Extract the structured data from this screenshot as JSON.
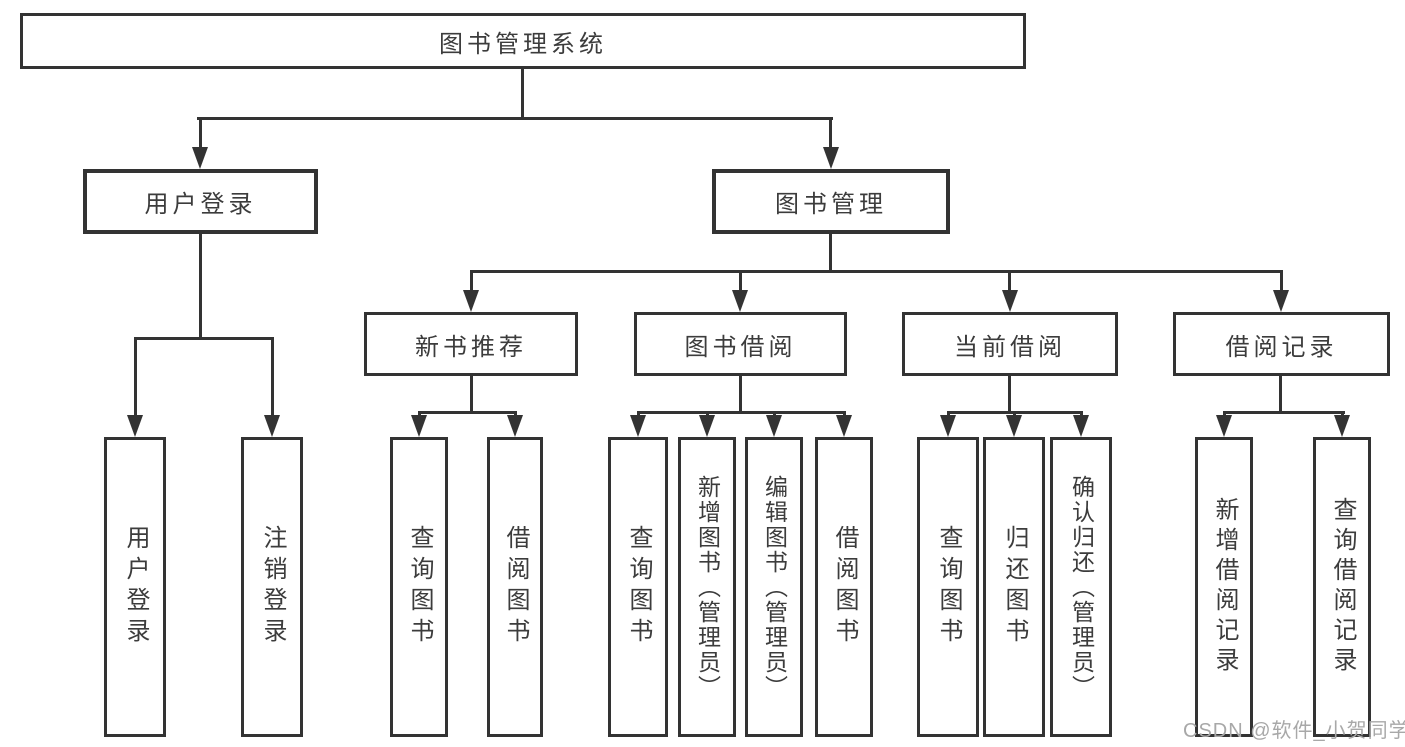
{
  "diagram": {
    "root": {
      "label": "图书管理系统"
    },
    "level2": {
      "user_login": "用户登录",
      "book_mgmt": "图书管理"
    },
    "level3": {
      "new_books": "新书推荐",
      "borrow": "图书借阅",
      "current": "当前借阅",
      "records": "借阅记录"
    },
    "leaves": {
      "user_login": [
        "用户登录",
        "注销登录"
      ],
      "new_books": [
        "查询图书",
        "借阅图书"
      ],
      "borrow": [
        "查询图书",
        "新增图书（管理员）",
        "编辑图书（管理员）",
        "借阅图书"
      ],
      "current": [
        "查询图书",
        "归还图书",
        "确认归还（管理员）"
      ],
      "records": [
        "新增借阅记录",
        "查询借阅记录"
      ]
    },
    "watermark": "CSDN @软件_小贺同学",
    "colors": {
      "line": "#333333",
      "text": "#3c3c3c",
      "watermark": "#a8a8a8",
      "background": "#ffffff"
    }
  }
}
